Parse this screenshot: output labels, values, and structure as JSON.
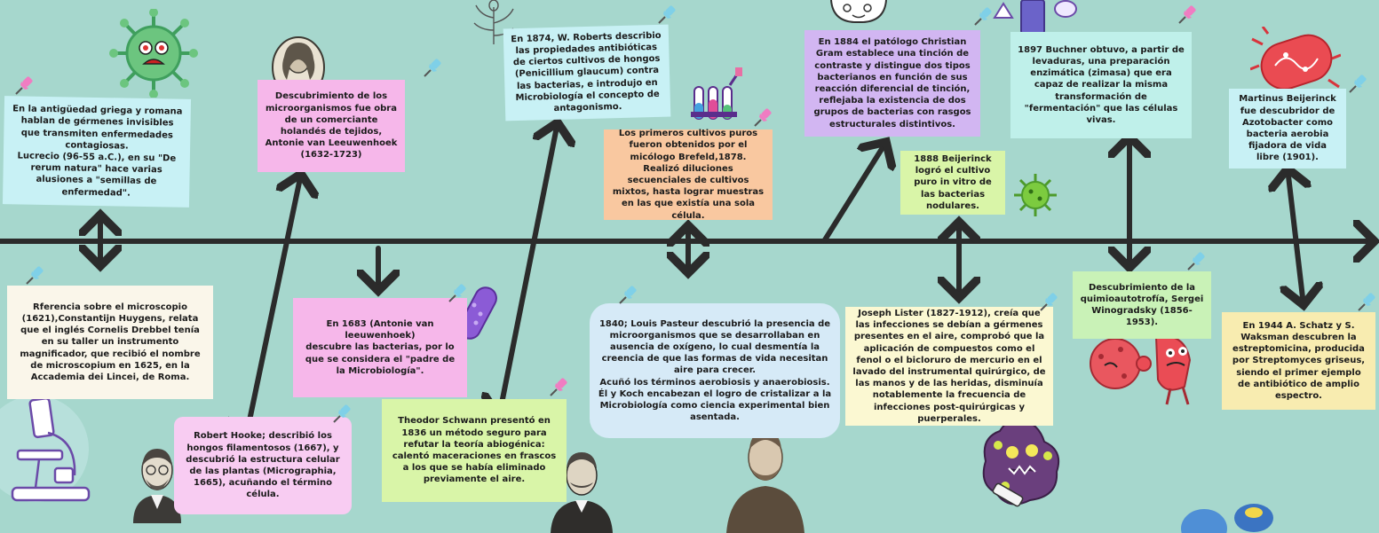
{
  "notes": {
    "n1": "En la antigüedad griega y romana hablan de gérmenes invisibles que transmiten enfermedades contagiosas.\nLucrecio (96-55 a.C.), en su \"De rerum natura\" hace varias alusiones a \"semillas de enfermedad\".",
    "n2": "Rferencia sobre el microscopio (1621),Constantijn Huygens, relata que el inglés Cornelis Drebbel tenía en su taller un instrumento magnificador, que recibió el nombre de microscopium en 1625, en la Accademia dei Lincei, de Roma.",
    "n3": "Descubrimiento de los microorganismos fue obra de un comerciante holandés de tejidos, Antonie van Leeuwenhoek (1632-1723)",
    "n4": "En 1683 (Antonie van leeuwenhoek)\ndescubre las bacterias, por lo que se considera el \"padre de la Microbiología\".",
    "n5": "Robert Hooke; describió los hongos filamentosos (1667), y descubrió la estructura celular de las plantas (Micrographia, 1665), acuñando el término célula.",
    "n6": "En 1874,  W. Roberts describio las propiedades antibióticas de ciertos cultivos de hongos (Penicillium glaucum) contra las bacterias, e introdujo en Microbiología el concepto de antagonismo.",
    "n7": "Theodor Schwann presentó en 1836 un método seguro para refutar la teoría abiogénica: calentó maceraciones en frascos a los que se había eliminado previamente el aire.",
    "n8": "Los primeros cultivos puros fueron obtenidos por el micólogo Brefeld,1878. Realizó diluciones secuenciales de cultivos mixtos, hasta lograr muestras en las que existía una sola célula.",
    "n9": "1840; Louis  Pasteur descubrió la presencia de microorganismos que se desarrollaban en ausencia de oxígeno, lo cual desmentía la creencia de que las formas de vida necesitan aire para crecer.\nAcuñó los términos aerobiosis y anaerobiosis.\nÉl y Koch encabezan el logro de cristalizar a la Microbiología como ciencia experimental bien asentada.",
    "n10": "En 1884 el patólogo Christian Gram establece una tinción de contraste y distingue dos tipos bacterianos en función de sus reacción diferencial de tinción, reflejaba la existencia de dos grupos de bacterias con rasgos estructurales distintivos.",
    "n11": "1888 Beijerinck logró el cultivo puro in vitro de las bacterias nodulares.",
    "n12": "Joseph Lister (1827-1912), creía que las infecciones se debían a gérmenes presentes en el aire, comprobó que la aplicación de compuestos como el fenol o el bicloruro de mercurio en el lavado del instrumental quirúrgico, de las manos y de las heridas, disminuía notablemente la frecuencia de infecciones post-quirúrgicas y puerperales.",
    "n13": "1897 Buchner obtuvo, a partir de levaduras, una preparación enzimática (zimasa) que era capaz de realizar la misma transformación de \"fermentación\" que las células vivas.",
    "n14": "Descubrimiento de la quimioautotrofía,  Sergei Winogradsky (1856-1953).",
    "n15": "Martinus Beijerinck fue descubridor de Azotobacter como bacteria aerobia fijadora de vida libre (1901).",
    "n16": "En 1944 A. Schatz y S. Waksman descubren la estreptomicina, producida por Streptomyces griseus, siendo el primer ejemplo de antibiótico de amplio espectro."
  },
  "colors": {
    "background": "#a6d7cd",
    "timeline": "#2b2b2b",
    "note_cyan": "#c8f1f5",
    "note_pink": "#f6b7ea",
    "note_orange": "#f9c8a0",
    "note_green": "#d9f5a8",
    "note_purple": "#d2b6f2",
    "note_blue_light": "#d6eaf7",
    "note_cream": "#faf6ea",
    "note_yellow": "#fbf8d2",
    "note_teal": "#bff0ea",
    "note_lime": "#c9f2b7",
    "note_gold": "#f8ecb0",
    "pushpin": "#f07cc2"
  }
}
